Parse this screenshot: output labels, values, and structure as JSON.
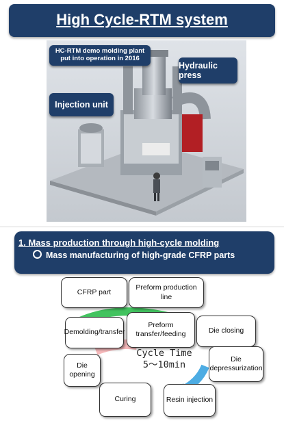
{
  "title": "High Cycle-RTM system",
  "photo_callouts": {
    "demo_plant": "HC-RTM demo molding plant put into operation in 2016",
    "hydraulic_press": "Hydraulic press",
    "injection_unit": "Injection unit"
  },
  "section": {
    "heading": "1. Mass production through high-cycle molding",
    "bullet": "Mass manufacturing of high-grade CFRP parts"
  },
  "cycle": {
    "center_line1": "Cycle Time",
    "center_line2": "5～10min",
    "steps": [
      "CFRP part",
      "Preform production line",
      "Preform transfer/feeding",
      "Die closing",
      "Die depressurization",
      "Resin injection",
      "Curing",
      "Die opening",
      "Demolding/transfer"
    ]
  },
  "colors": {
    "banner": "#1f3e69",
    "arrow_green": "#2dbd4e",
    "arrow_blue": "#3aa3e0",
    "arrow_pink": "#f4a8aa"
  }
}
